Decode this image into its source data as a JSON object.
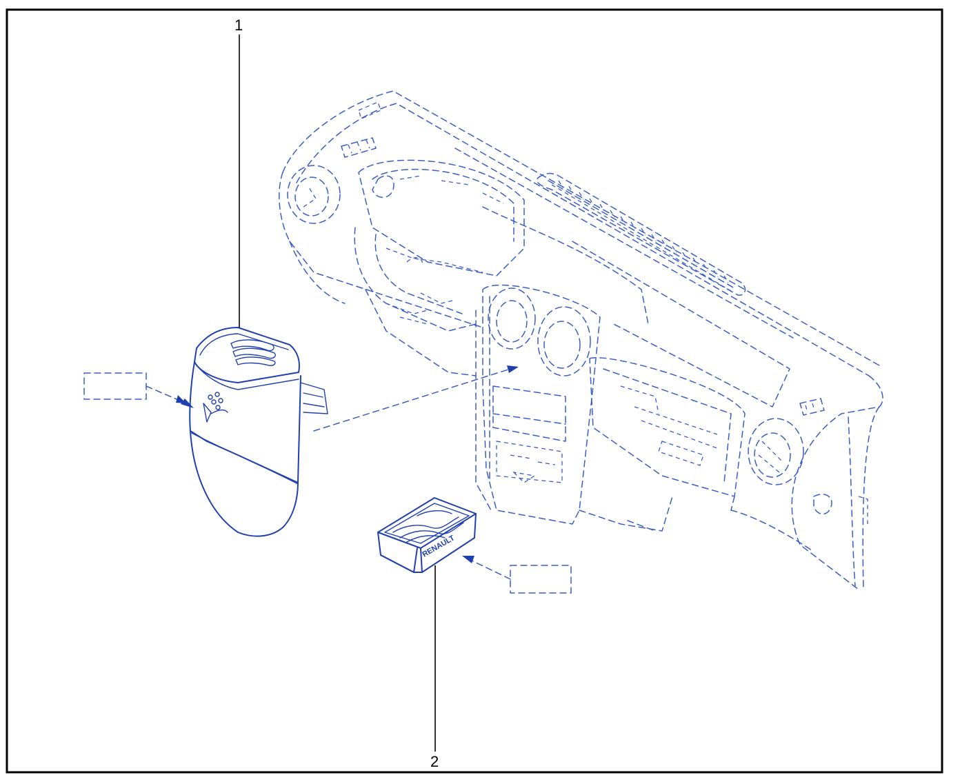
{
  "callouts": [
    {
      "label": "1",
      "part": "dashboard-end-air-vent"
    },
    {
      "label": "2",
      "part": "dashboard-centre-air-vent"
    }
  ],
  "vent_brand": "RENAULT",
  "colors": {
    "frame": "#000000",
    "line_art": "#1f3fae",
    "ghost_art": "#3a5cc7",
    "background": "#ffffff"
  }
}
